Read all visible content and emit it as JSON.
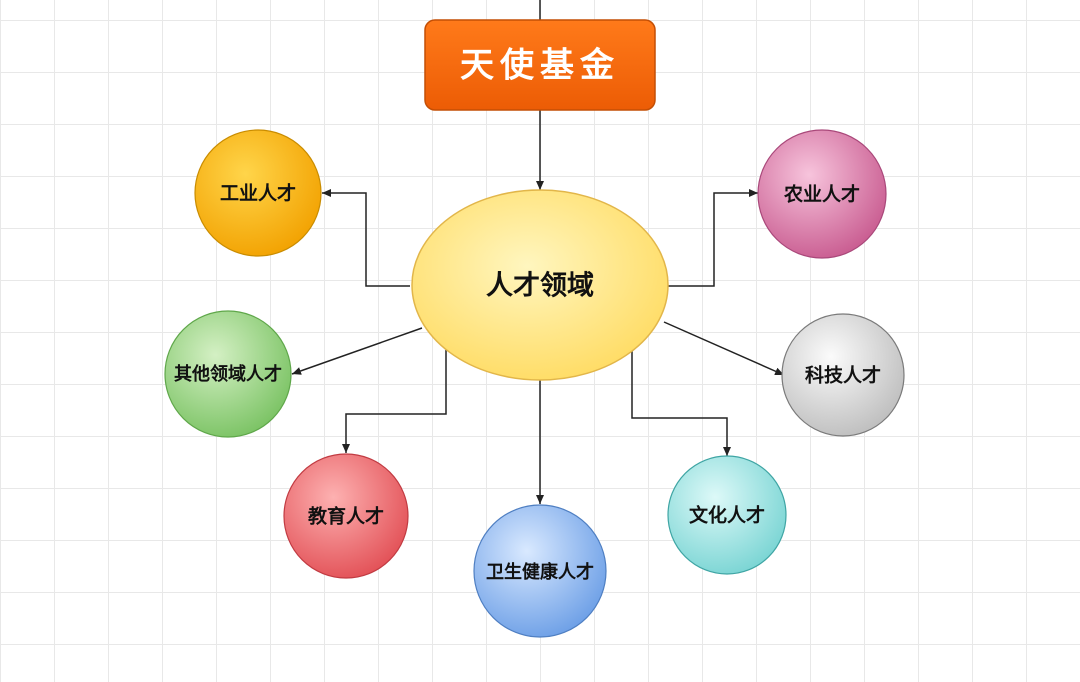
{
  "root": {
    "label": "天使基金"
  },
  "hub": {
    "label": "人才领域"
  },
  "fields": [
    {
      "id": "industry",
      "label": "工业人才"
    },
    {
      "id": "agriculture",
      "label": "农业人才"
    },
    {
      "id": "other",
      "label": "其他领域人才"
    },
    {
      "id": "tech",
      "label": "科技人才"
    },
    {
      "id": "education",
      "label": "教育人才"
    },
    {
      "id": "health",
      "label": "卫生健康人才"
    },
    {
      "id": "culture",
      "label": "文化人才"
    }
  ],
  "colors": {
    "root": "#f26a0f",
    "hub": "#ffe680",
    "industry": "#ffbf00",
    "agriculture": "#e070a8",
    "other": "#8fd27a",
    "tech": "#d8d8d8",
    "education": "#f06a6a",
    "health": "#7fb0f0",
    "culture": "#8fe2e2"
  }
}
